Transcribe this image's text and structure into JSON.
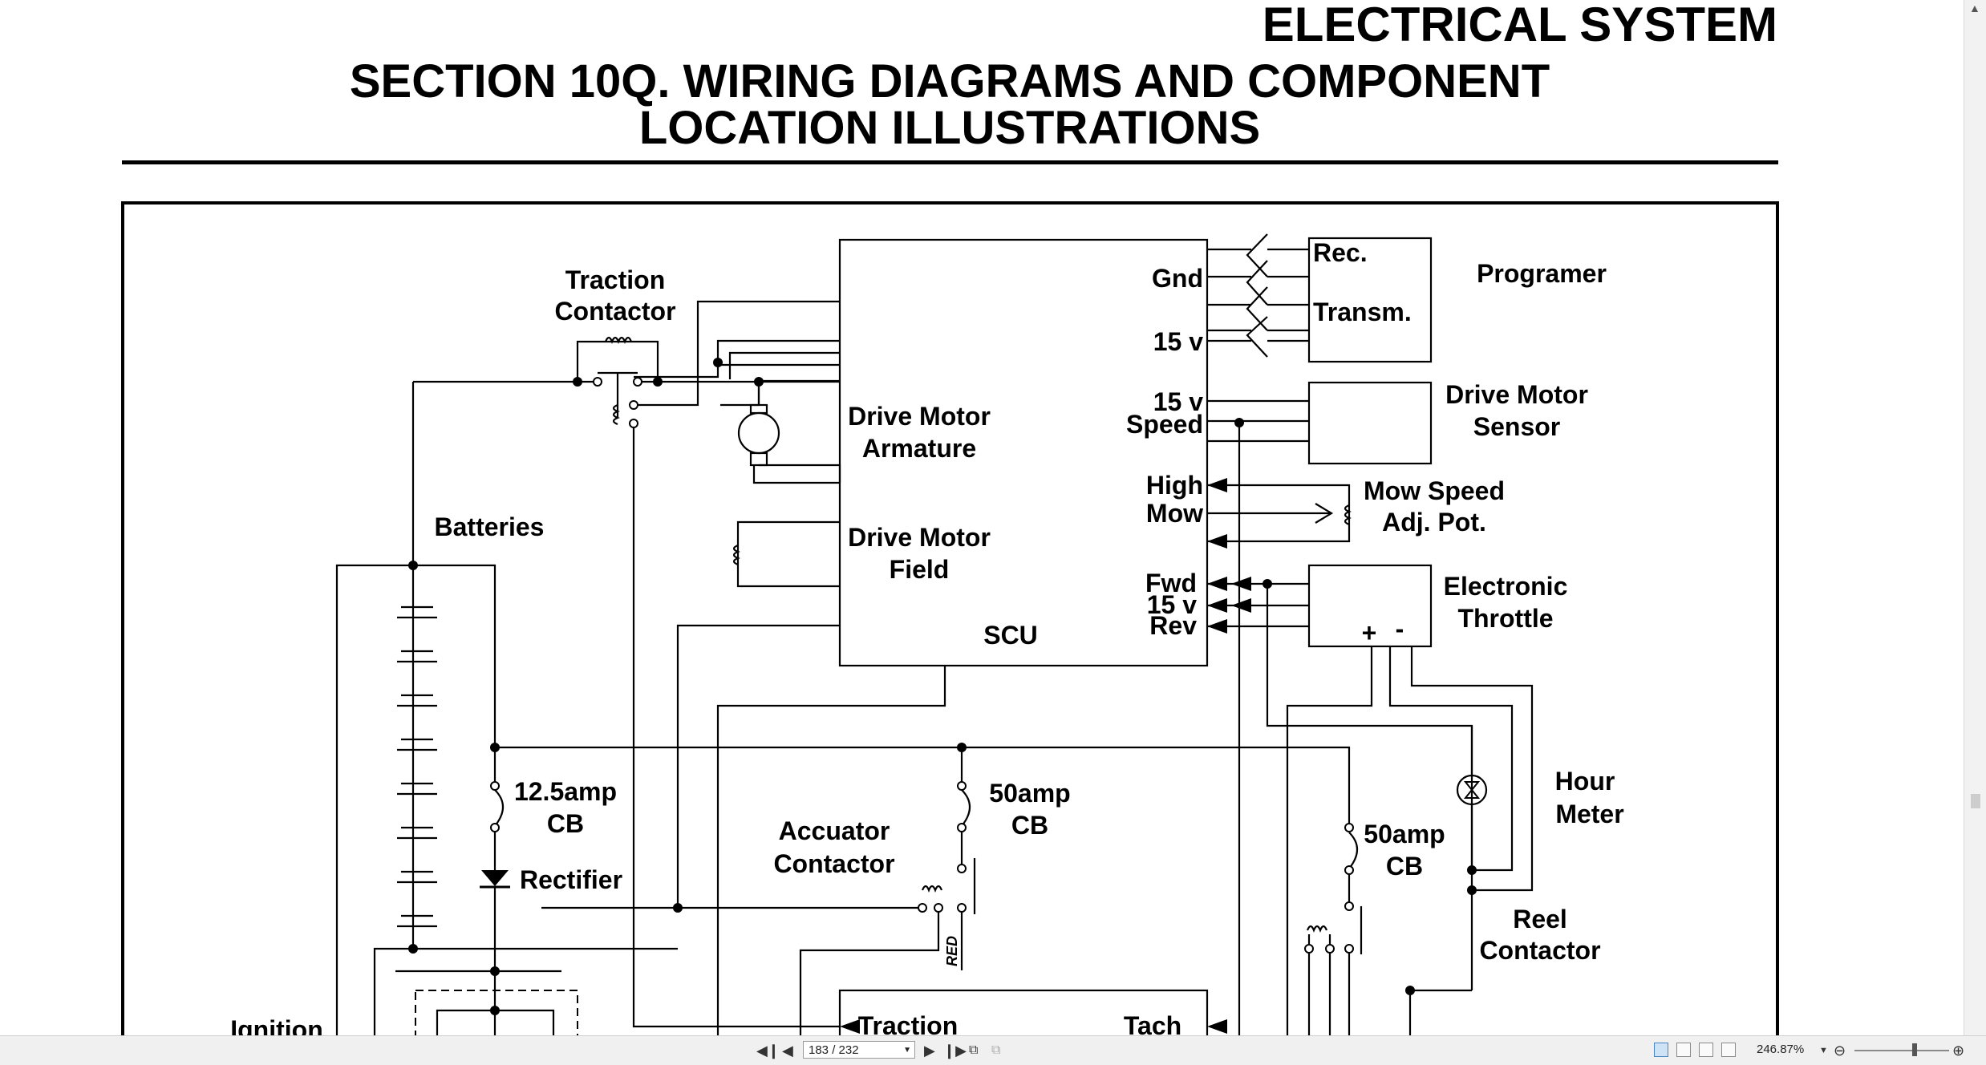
{
  "document": {
    "section_tag": "ELECTRICAL SYSTEM",
    "title_line1": "SECTION 10Q. WIRING DIAGRAMS AND COMPONENT",
    "title_line2": "LOCATION ILLUSTRATIONS"
  },
  "diagram": {
    "labels": {
      "traction_contactor_1": "Traction",
      "traction_contactor_2": "Contactor",
      "batteries": "Batteries",
      "scu": "SCU",
      "drive_motor_armature_1": "Drive Motor",
      "drive_motor_armature_2": "Armature",
      "drive_motor_field_1": "Drive Motor",
      "drive_motor_field_2": "Field",
      "gnd": "Gnd",
      "v15_a": "15 v",
      "v15_b": "15 v",
      "speed": "Speed",
      "high": "High",
      "mow": "Mow",
      "fwd": "Fwd",
      "v15_c": "15 v",
      "rev": "Rev",
      "rec": "Rec.",
      "transm": "Transm.",
      "programer": "Programer",
      "drive_motor_sensor_1": "Drive Motor",
      "drive_motor_sensor_2": "Sensor",
      "mow_speed_1": "Mow Speed",
      "mow_speed_2": "Adj. Pot.",
      "electronic_throttle_1": "Electronic",
      "electronic_throttle_2": "Throttle",
      "plus": "+",
      "minus": "-",
      "cb_125_1": "12.5amp",
      "cb_125_2": "CB",
      "rectifier": "Rectifier",
      "cb_50a_1": "50amp",
      "cb_50a_2": "CB",
      "accuator_1": "Accuator",
      "accuator_2": "Contactor",
      "red": "RED",
      "hour_meter_1": "Hour",
      "hour_meter_2": "Meter",
      "cb_50b_1": "50amp",
      "cb_50b_2": "CB",
      "reel_contactor_1": "Reel",
      "reel_contactor_2": "Contactor",
      "ignition": "Ignition",
      "traction_bottom": "Traction",
      "tach": "Tach"
    }
  },
  "toolbar": {
    "page_indicator": "183 / 232",
    "zoom": "246.87%",
    "first_page_icon": "first-page-icon",
    "prev_page_icon": "prev-page-icon",
    "next_page_icon": "next-page-icon",
    "last_page_icon": "last-page-icon"
  }
}
